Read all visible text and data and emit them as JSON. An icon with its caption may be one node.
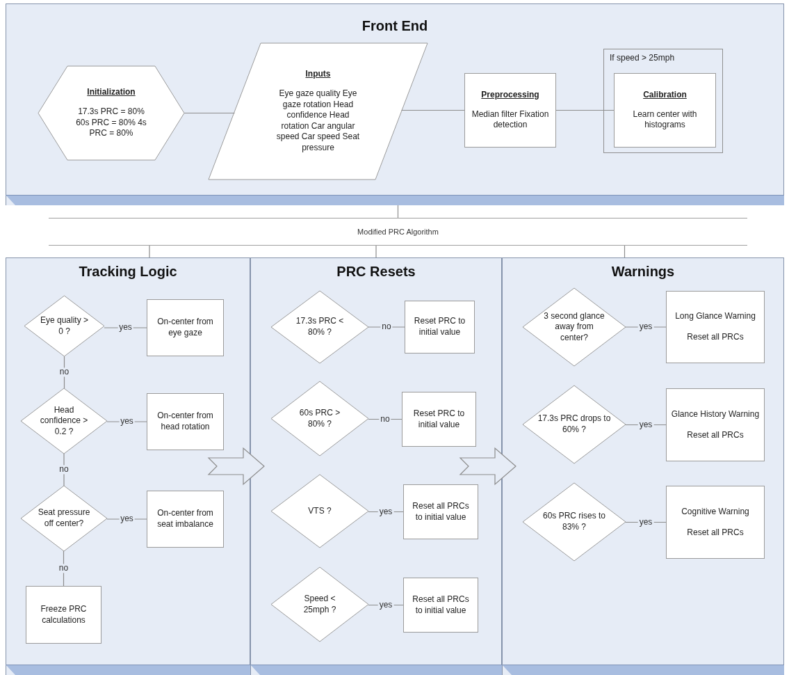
{
  "diagram": {
    "nodes": [
      {
        "text": [
          "Front End"
        ]
      },
      {
        "text": [
          "Initialization",
          "17.3s PRC = 80% 60s PRC = 80% 4s PRC = 80%"
        ],
        "in": 0
      },
      {
        "text": [
          "Inputs",
          "Eye gaze quality Eye gaze rotation Head confidence Head rotation Car angular speed Car speed Seat pressure"
        ],
        "in": 0
      },
      {
        "text": [
          "Preprocessing",
          "Median filter Fixation detection"
        ],
        "in": 0
      },
      {
        "text": [
          "If speed > 25mph"
        ],
        "in": 0
      },
      {
        "text": [
          "Calibration",
          "Learn center with histograms"
        ],
        "in": 4
      },
      {
        "text": [
          "Modified PRC Algorithm"
        ]
      },
      {
        "text": [
          "Tracking Logic"
        ]
      },
      {
        "text": [
          "PRC Resets"
        ]
      },
      {
        "text": [
          "Warnings"
        ]
      },
      {
        "text": [
          "Eye quality > 0 ?"
        ],
        "in": 7
      },
      {
        "text": [
          "On-center from eye gaze"
        ],
        "in": 7
      },
      {
        "text": [
          "Head confidence > 0.2 ?"
        ],
        "in": 7
      },
      {
        "text": [
          "On-center from head rotation"
        ],
        "in": 7
      },
      {
        "text": [
          "Seat pressure off center?"
        ],
        "in": 7
      },
      {
        "text": [
          "On-center from seat imbalance"
        ],
        "in": 7
      },
      {
        "text": [
          "Freeze PRC calculations"
        ],
        "in": 7
      },
      {
        "text": [
          "17.3s PRC < 80% ?"
        ],
        "in": 8
      },
      {
        "text": [
          "Reset PRC to initial value"
        ],
        "in": 8
      },
      {
        "text": [
          "60s PRC > 80% ?"
        ],
        "in": 8
      },
      {
        "text": [
          "Reset PRC to initial value"
        ],
        "in": 8
      },
      {
        "text": [
          "VTS ?"
        ],
        "in": 8
      },
      {
        "text": [
          "Reset all PRCs to initial value"
        ],
        "in": 8
      },
      {
        "text": [
          "Speed < 25mph ?"
        ],
        "in": 8
      },
      {
        "text": [
          "Reset all PRCs to initial value"
        ],
        "in": 8
      },
      {
        "text": [
          "3 second glance away from center?"
        ],
        "in": 9
      },
      {
        "text": [
          "Long Glance Warning",
          "Reset all PRCs"
        ],
        "in": 9
      },
      {
        "text": [
          "17.3s PRC drops to 60% ?"
        ],
        "in": 9
      },
      {
        "text": [
          "Glance History Warning",
          "Reset all PRCs"
        ],
        "in": 9
      },
      {
        "text": [
          "60s PRC rises to 83% ?"
        ],
        "in": 9
      },
      {
        "text": [
          "Cognitive Warning",
          "Reset all PRCs"
        ],
        "in": 9
      }
    ],
    "edges": [
      {
        "from": 1,
        "to": 2,
        "arrow": "none"
      },
      {
        "from": 2,
        "to": 3,
        "arrow": "none"
      },
      {
        "from": 3,
        "to": 5,
        "arrow": "none"
      },
      {
        "from": 0,
        "to": 6,
        "arrow": "none"
      },
      {
        "from": 6,
        "to": 7,
        "arrow": "none"
      },
      {
        "from": 6,
        "to": 8,
        "arrow": "none"
      },
      {
        "from": 6,
        "to": 9,
        "arrow": "none"
      },
      {
        "from": 7,
        "to": 8,
        "arrow": "to",
        "style": "thick"
      },
      {
        "from": 8,
        "to": 9,
        "arrow": "to",
        "style": "thick"
      },
      {
        "from": 10,
        "to": 11,
        "arrow": "none",
        "label": "yes"
      },
      {
        "from": 10,
        "to": 12,
        "arrow": "none",
        "label": "no"
      },
      {
        "from": 12,
        "to": 13,
        "arrow": "none",
        "label": "yes"
      },
      {
        "from": 12,
        "to": 14,
        "arrow": "none",
        "label": "no"
      },
      {
        "from": 14,
        "to": 15,
        "arrow": "none",
        "label": "yes"
      },
      {
        "from": 14,
        "to": 16,
        "arrow": "none",
        "label": "no"
      },
      {
        "from": 17,
        "to": 18,
        "arrow": "none",
        "label": "no"
      },
      {
        "from": 19,
        "to": 20,
        "arrow": "none",
        "label": "no"
      },
      {
        "from": 21,
        "to": 22,
        "arrow": "none",
        "label": "yes"
      },
      {
        "from": 23,
        "to": 24,
        "arrow": "none",
        "label": "yes"
      },
      {
        "from": 25,
        "to": 26,
        "arrow": "none",
        "label": "yes"
      },
      {
        "from": 27,
        "to": 28,
        "arrow": "none",
        "label": "yes"
      },
      {
        "from": 29,
        "to": 30,
        "arrow": "none",
        "label": "yes"
      }
    ]
  }
}
